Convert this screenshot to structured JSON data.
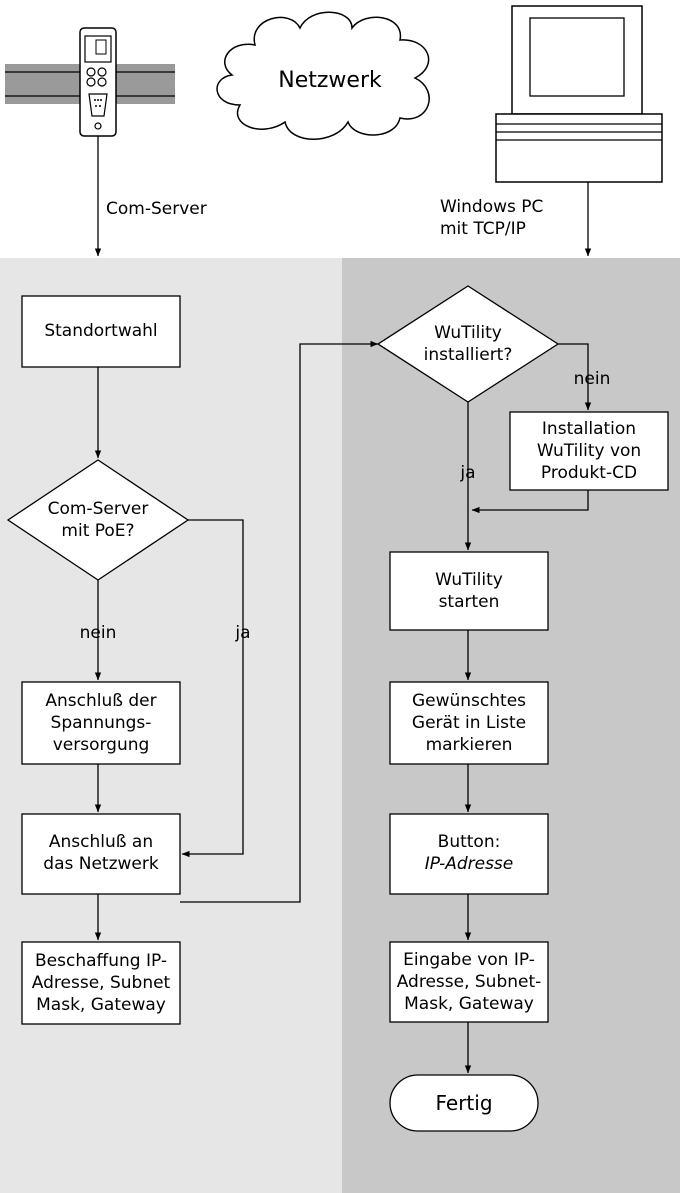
{
  "top": {
    "network_cloud": "Netzwerk",
    "com_server_label": "Com-Server",
    "windows_pc_label": [
      "Windows PC",
      "mit TCP/IP"
    ]
  },
  "left_column": {
    "standortwahl": "Standortwahl",
    "poe_decision": [
      "Com-Server",
      "mit PoE?"
    ],
    "nein_label": "nein",
    "ja_label": "ja",
    "anschluss_spannung": [
      "Anschluß der",
      "Spannungs-",
      "versorgung"
    ],
    "anschluss_netzwerk": [
      "Anschluß an",
      "das Netzwerk"
    ],
    "beschaffung": [
      "Beschaffung IP-",
      "Adresse, Subnet",
      "Mask, Gateway"
    ]
  },
  "right_column": {
    "wutility_decision": [
      "WuTility",
      "installiert?"
    ],
    "nein_label": "nein",
    "ja_label": "ja",
    "installation": [
      "Installation",
      "WuTility von",
      "Produkt-CD"
    ],
    "wutility_starten": [
      "WuTility",
      "starten"
    ],
    "geraet_markieren": [
      "Gewünschtes",
      "Gerät in Liste",
      "markieren"
    ],
    "button_ip": [
      "Button:",
      "IP-Adresse"
    ],
    "eingabe": [
      "Eingabe von IP-",
      "Adresse, Subnet-",
      "Mask, Gateway"
    ],
    "fertig": "Fertig"
  },
  "colors": {
    "left_panel": "#e6e6e6",
    "right_panel": "#c8c8c8",
    "rail": "#9a9a9a",
    "stroke": "#000000",
    "box_fill": "#ffffff"
  }
}
